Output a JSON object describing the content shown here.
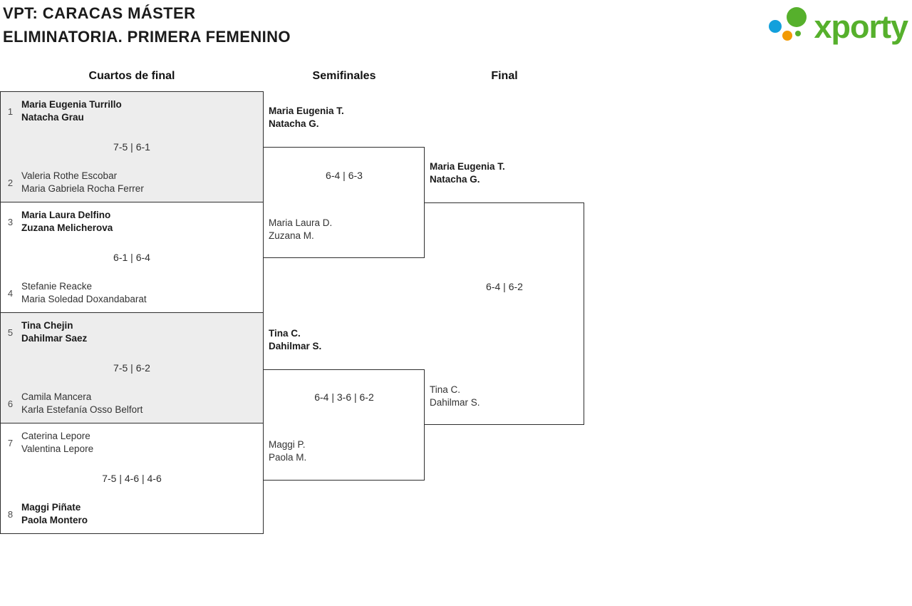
{
  "header": {
    "title_line1": "VPT: CARACAS MÁSTER",
    "title_line2": "ELIMINATORIA. PRIMERA FEMENINO"
  },
  "logo": {
    "text": "xporty"
  },
  "colors": {
    "brand_green": "#56b02c",
    "brand_blue": "#12a0dc",
    "brand_orange": "#f29a02",
    "shaded_match_bg": "#ededed",
    "border": "#2e2e2e"
  },
  "round_labels": [
    "Cuartos de final",
    "Semifinales",
    "Final"
  ],
  "bracket": {
    "quarterfinals": [
      {
        "seed_top": "1",
        "team_top": [
          "Maria Eugenia Turrillo",
          "Natacha Grau"
        ],
        "top_is_winner": true,
        "score": "7-5 | 6-1",
        "seed_bottom": "2",
        "team_bottom": [
          "Valeria Rothe Escobar",
          "Maria Gabriela Rocha Ferrer"
        ],
        "bottom_is_winner": false
      },
      {
        "seed_top": "3",
        "team_top": [
          "Maria Laura Delfino",
          "Zuzana Melicherova"
        ],
        "top_is_winner": true,
        "score": "6-1 | 6-4",
        "seed_bottom": "4",
        "team_bottom": [
          "Stefanie Reacke",
          "Maria Soledad Doxandabarat"
        ],
        "bottom_is_winner": false
      },
      {
        "seed_top": "5",
        "team_top": [
          "Tina Chejin",
          "Dahilmar Saez"
        ],
        "top_is_winner": true,
        "score": "7-5 | 6-2",
        "seed_bottom": "6",
        "team_bottom": [
          "Camila Mancera",
          "Karla Estefanía Osso Belfort"
        ],
        "bottom_is_winner": false
      },
      {
        "seed_top": "7",
        "team_top": [
          "Caterina Lepore",
          "Valentina Lepore"
        ],
        "top_is_winner": false,
        "score": "7-5 | 4-6 | 4-6",
        "seed_bottom": "8",
        "team_bottom": [
          "Maggi Piñate",
          "Paola Montero"
        ],
        "bottom_is_winner": true
      }
    ],
    "semifinals": [
      {
        "team_top": [
          "Maria Eugenia T.",
          "Natacha G."
        ],
        "top_is_winner": true,
        "score": "6-4 | 6-3",
        "team_bottom": [
          "Maria Laura D.",
          "Zuzana M."
        ],
        "bottom_is_winner": false
      },
      {
        "team_top": [
          "Tina C.",
          "Dahilmar S."
        ],
        "top_is_winner": true,
        "score": "6-4 | 3-6 | 6-2",
        "team_bottom": [
          "Maggi P.",
          "Paola M."
        ],
        "bottom_is_winner": false
      }
    ],
    "final": {
      "team_top": [
        "Maria Eugenia T.",
        "Natacha G."
      ],
      "top_is_winner": true,
      "score": "6-4 | 6-2",
      "team_bottom": [
        "Tina C.",
        "Dahilmar S."
      ],
      "bottom_is_winner": false
    }
  }
}
